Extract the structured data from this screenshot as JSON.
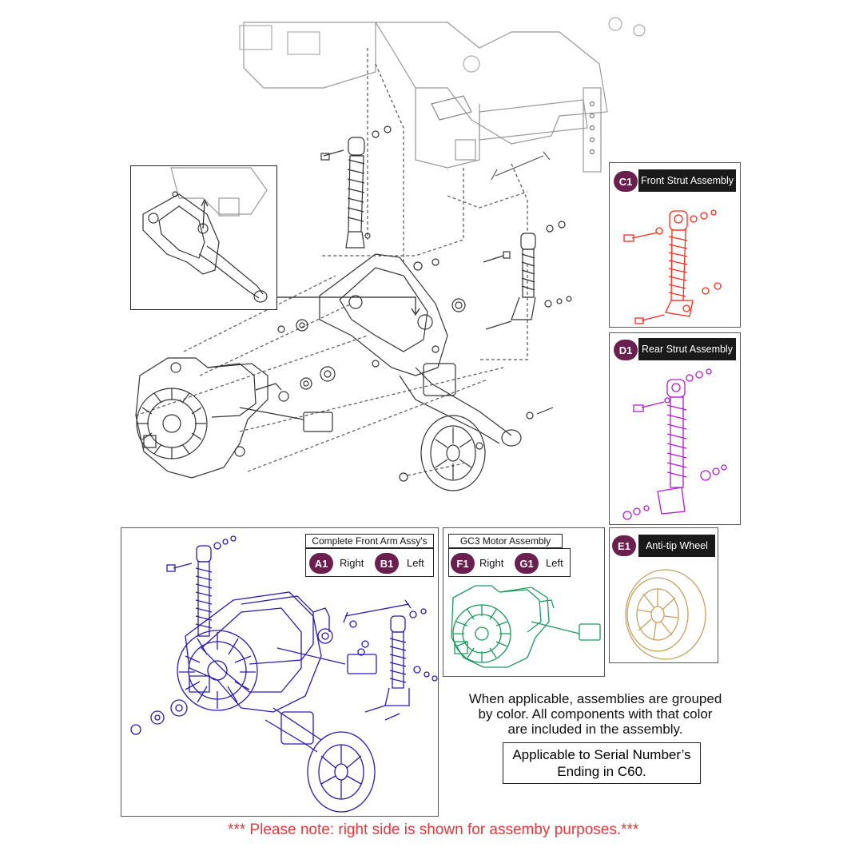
{
  "panels": {
    "c1": {
      "code": "C1",
      "label": "Front Strut Assembly",
      "color": "#ff2a1a"
    },
    "d1": {
      "code": "D1",
      "label": "Rear Strut Assembly",
      "color": "#b21ad0"
    },
    "e1": {
      "code": "E1",
      "label": "Anti-tip Wheel",
      "color": "#c8a060"
    },
    "front_arm": {
      "label": "Complete Front Arm Assy's",
      "a1": "A1",
      "a1_side": "Right",
      "b1": "B1",
      "b1_side": "Left",
      "color": "#2a1ab0"
    },
    "motor": {
      "label": "GC3 Motor Assembly",
      "f1": "F1",
      "f1_side": "Right",
      "g1": "G1",
      "g1_side": "Left",
      "color": "#1a9a5a"
    }
  },
  "notes": {
    "grouping_line1": "When applicable, assemblies are grouped",
    "grouping_line2": "by color. All components with that color",
    "grouping_line3": "are included in the assembly.",
    "serial_line1": "Applicable to Serial Number’s",
    "serial_line2": "Ending in C60.",
    "footer": "*** Please note: right side is shown for assemby purposes.***"
  },
  "badge_color": "#6b1f4f"
}
